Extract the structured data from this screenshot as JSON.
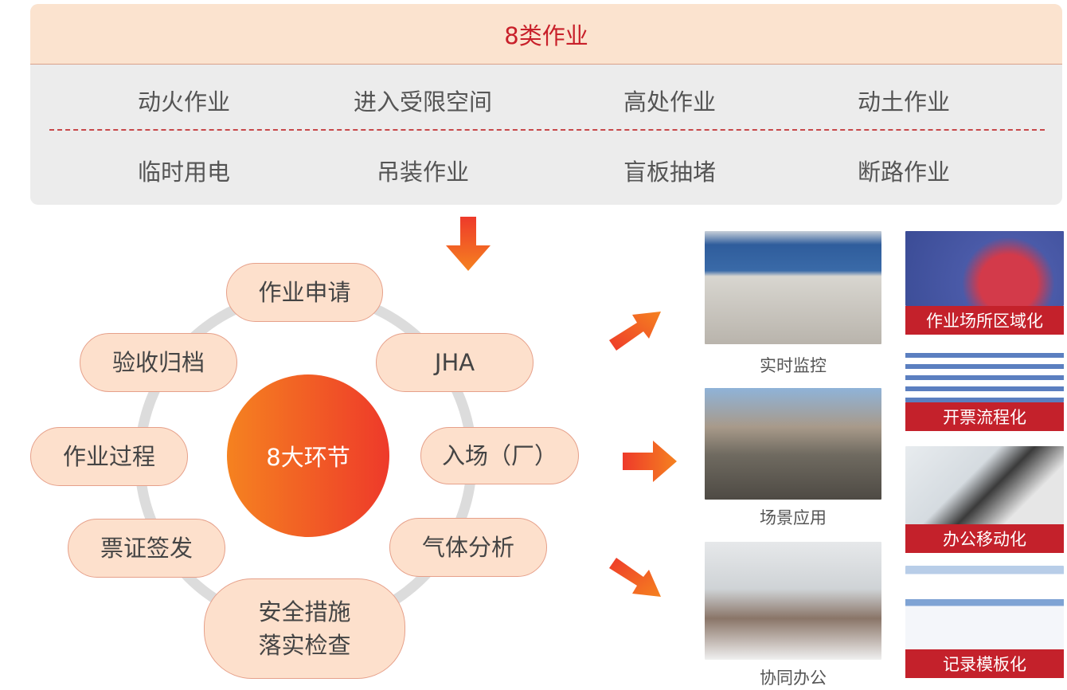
{
  "header": {
    "title": "8类作业"
  },
  "categories": [
    "动火作业",
    "进入受限空间",
    "高处作业",
    "动土作业",
    "临时用电",
    "吊装作业",
    "盲板抽堵",
    "断路作业"
  ],
  "cycle": {
    "center": "8大环节",
    "steps": [
      "作业申请",
      "JHA",
      "入场（厂）",
      "气体分析",
      "安全措施",
      "落实检查",
      "票证签发",
      "作业过程",
      "验收归档"
    ]
  },
  "photos": {
    "left": [
      "实时监控",
      "场景应用",
      "协同办公"
    ],
    "right": [
      "作业场所区域化",
      "开票流程化",
      "办公移动化",
      "记录模板化"
    ]
  },
  "colors": {
    "accent": "#c8202a",
    "orange": "#f58220",
    "pill": "#fde0cc"
  }
}
